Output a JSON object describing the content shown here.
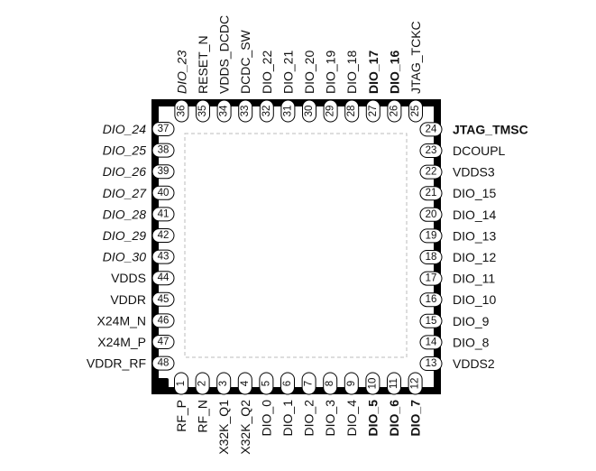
{
  "package": {
    "pins_per_side": 12,
    "body_color": "#000000",
    "die_outline_color": "#bbbbbb",
    "pin1_marker": "filled-square"
  },
  "pins": {
    "bottom": [
      {
        "num": "1",
        "label": "RF_P",
        "style": "normal"
      },
      {
        "num": "2",
        "label": "RF_N",
        "style": "normal"
      },
      {
        "num": "3",
        "label": "X32K_Q1",
        "style": "normal"
      },
      {
        "num": "4",
        "label": "X32K_Q2",
        "style": "normal"
      },
      {
        "num": "5",
        "label": "DIO_0",
        "style": "normal"
      },
      {
        "num": "6",
        "label": "DIO_1",
        "style": "normal"
      },
      {
        "num": "7",
        "label": "DIO_2",
        "style": "normal"
      },
      {
        "num": "8",
        "label": "DIO_3",
        "style": "normal"
      },
      {
        "num": "9",
        "label": "DIO_4",
        "style": "normal"
      },
      {
        "num": "10",
        "label": "DIO_5",
        "style": "bold"
      },
      {
        "num": "11",
        "label": "DIO_6",
        "style": "bold"
      },
      {
        "num": "12",
        "label": "DIO_7",
        "style": "bold"
      }
    ],
    "right": [
      {
        "num": "13",
        "label": "VDDS2",
        "style": "normal"
      },
      {
        "num": "14",
        "label": "DIO_8",
        "style": "normal"
      },
      {
        "num": "15",
        "label": "DIO_9",
        "style": "normal"
      },
      {
        "num": "16",
        "label": "DIO_10",
        "style": "normal"
      },
      {
        "num": "17",
        "label": "DIO_11",
        "style": "normal"
      },
      {
        "num": "18",
        "label": "DIO_12",
        "style": "normal"
      },
      {
        "num": "19",
        "label": "DIO_13",
        "style": "normal"
      },
      {
        "num": "20",
        "label": "DIO_14",
        "style": "normal"
      },
      {
        "num": "21",
        "label": "DIO_15",
        "style": "normal"
      },
      {
        "num": "22",
        "label": "VDDS3",
        "style": "normal"
      },
      {
        "num": "23",
        "label": "DCOUPL",
        "style": "normal"
      },
      {
        "num": "24",
        "label": "JTAG_TMSC",
        "style": "bold"
      }
    ],
    "top": [
      {
        "num": "25",
        "label": "JTAG_TCKC",
        "style": "normal"
      },
      {
        "num": "26",
        "label": "DIO_16",
        "style": "bold"
      },
      {
        "num": "27",
        "label": "DIO_17",
        "style": "bold"
      },
      {
        "num": "28",
        "label": "DIO_18",
        "style": "normal"
      },
      {
        "num": "29",
        "label": "DIO_19",
        "style": "normal"
      },
      {
        "num": "30",
        "label": "DIO_20",
        "style": "normal"
      },
      {
        "num": "31",
        "label": "DIO_21",
        "style": "normal"
      },
      {
        "num": "32",
        "label": "DIO_22",
        "style": "normal"
      },
      {
        "num": "33",
        "label": "DCDC_SW",
        "style": "normal"
      },
      {
        "num": "34",
        "label": "VDDS_DCDC",
        "style": "normal"
      },
      {
        "num": "35",
        "label": "RESET_N",
        "style": "normal"
      },
      {
        "num": "36",
        "label": "DIO_23",
        "style": "italic"
      }
    ],
    "left": [
      {
        "num": "37",
        "label": "DIO_24",
        "style": "italic"
      },
      {
        "num": "38",
        "label": "DIO_25",
        "style": "italic"
      },
      {
        "num": "39",
        "label": "DIO_26",
        "style": "italic"
      },
      {
        "num": "40",
        "label": "DIO_27",
        "style": "italic"
      },
      {
        "num": "41",
        "label": "DIO_28",
        "style": "italic"
      },
      {
        "num": "42",
        "label": "DIO_29",
        "style": "italic"
      },
      {
        "num": "43",
        "label": "DIO_30",
        "style": "italic"
      },
      {
        "num": "44",
        "label": "VDDS",
        "style": "normal"
      },
      {
        "num": "45",
        "label": "VDDR",
        "style": "normal"
      },
      {
        "num": "46",
        "label": "X24M_N",
        "style": "normal"
      },
      {
        "num": "47",
        "label": "X24M_P",
        "style": "normal"
      },
      {
        "num": "48",
        "label": "VDDR_RF",
        "style": "normal"
      }
    ]
  }
}
